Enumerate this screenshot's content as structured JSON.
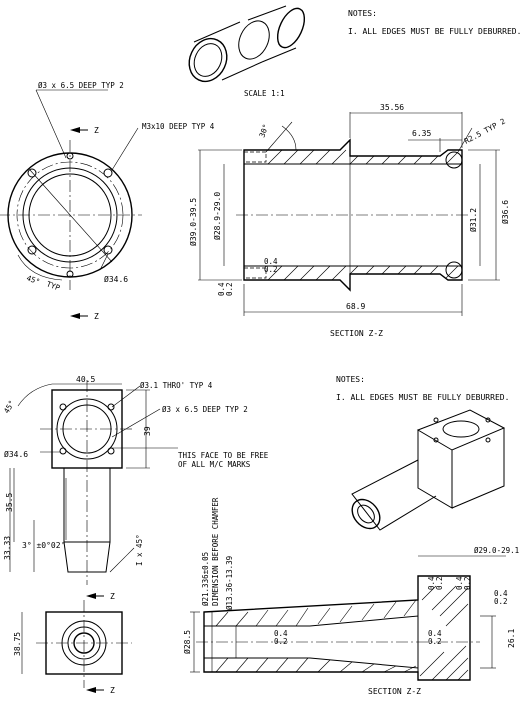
{
  "top": {
    "notes_title": "NOTES:",
    "note1": "I. ALL EDGES MUST BE FULLY DEBURRED.",
    "scale": "SCALE  1:1",
    "hole_dia": "Ø3 x 6.5 DEEP TYP 2",
    "thread": "M3x10 DEEP TYP 4",
    "angle_30": "30°",
    "angle_45": "45°",
    "typ": "TYP",
    "pcd": "Ø34.6",
    "dim_35_56": "35.56",
    "dim_6_35": "6.35",
    "dim_r25": "R2.5 TYP 2",
    "dim_39": "Ø39.0-39.5",
    "dim_28": "Ø28.9-29.0",
    "dim_31_2": "Ø31.2",
    "dim_36_6": "Ø36.6",
    "dim_68_9": "68.9",
    "finish_a": "0.4",
    "finish_b": "0.2",
    "section_label": "SECTION  Z-Z",
    "z": "Z"
  },
  "bottom": {
    "notes_title": "NOTES:",
    "note1": "I. ALL EDGES MUST BE FULLY DEBURRED.",
    "dim_40_5": "40.5",
    "thro": "Ø3.1 THRO' TYP 4",
    "hole_dia": "Ø3 x 6.5 DEEP TYP 2",
    "angle_45": "45°",
    "dim_39": "39",
    "pcd": "Ø34.6",
    "face_note_1": "THIS FACE TO BE FREE",
    "face_note_2": "OF ALL M/C MARKS",
    "dim_35_5": "35.5",
    "dim_33_33": "33.33",
    "taper": "3° ±0°02'",
    "chamfer": "I x 45°",
    "dim_38_75": "38.75",
    "dim_21": "Ø21.336±0.05",
    "dim_before": "DIMENSION BEFORE CHAMFER",
    "dim_13": "Ø13.36-13.39",
    "dim_29_top": "Ø29.0-29.1",
    "dim_28_5": "Ø28.5",
    "dim_26_1": "26.1",
    "finish_a": "0.4",
    "finish_b": "0.2",
    "section_label": "SECTION  Z-Z",
    "z": "Z"
  }
}
